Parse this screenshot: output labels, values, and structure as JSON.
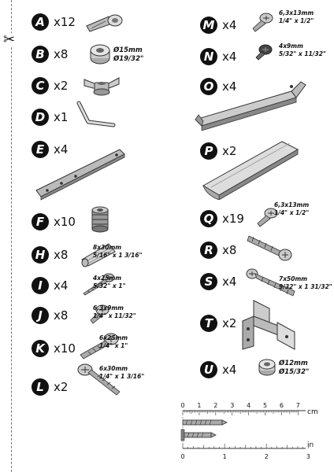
{
  "items": [
    {
      "letter": "A",
      "qty": "x12"
    },
    {
      "letter": "B",
      "qty": "x8",
      "dims": [
        "Ø15mm",
        "Ø19/32\""
      ]
    },
    {
      "letter": "C",
      "qty": "x2"
    },
    {
      "letter": "D",
      "qty": "x1"
    },
    {
      "letter": "E",
      "qty": "x4"
    },
    {
      "letter": "F",
      "qty": "x10"
    },
    {
      "letter": "H",
      "qty": "x8",
      "dims": [
        "8x30mm",
        "5/16\" x 1  3/16\""
      ]
    },
    {
      "letter": "I",
      "qty": "x4",
      "dims": [
        "4x25mm",
        "5/32\" x 1\""
      ]
    },
    {
      "letter": "J",
      "qty": "x8",
      "dims": [
        "6,3x9mm",
        "1/4\" x 11/32\""
      ]
    },
    {
      "letter": "K",
      "qty": "x10",
      "dims": [
        "6x25mm",
        "1/4\" x 1\""
      ]
    },
    {
      "letter": "L",
      "qty": "x2",
      "dims": [
        "6x30mm",
        "1/4\" x 1  3/16\""
      ]
    },
    {
      "letter": "M",
      "qty": "x4",
      "dims": [
        "6,3x13mm",
        "1/4\" x 1/2\""
      ]
    },
    {
      "letter": "N",
      "qty": "x4",
      "dims": [
        "4x9mm",
        "5/32\" x 11/32\""
      ]
    },
    {
      "letter": "O",
      "qty": "x4"
    },
    {
      "letter": "P",
      "qty": "x2"
    },
    {
      "letter": "Q",
      "qty": "x19",
      "dims": [
        "6,3x13mm",
        "1/4\" x 1/2\""
      ]
    },
    {
      "letter": "R",
      "qty": "x8"
    },
    {
      "letter": "S",
      "qty": "x4",
      "dims": [
        "7x50mm",
        "9/32\" x 1 31/32\""
      ]
    },
    {
      "letter": "T",
      "qty": "x2"
    },
    {
      "letter": "U",
      "qty": "x4",
      "dims": [
        "Ø12mm",
        "Ø15/32\""
      ]
    }
  ],
  "ruler": {
    "cm_unit": "cm",
    "in_unit": "in",
    "cm_ticks": [
      "0",
      "1",
      "2",
      "3",
      "4",
      "5",
      "6",
      "7"
    ],
    "in_ticks": [
      "0",
      "1",
      "2",
      "3"
    ]
  },
  "icons": {
    "cut": "scissors-icon",
    "symbol": "✂"
  }
}
